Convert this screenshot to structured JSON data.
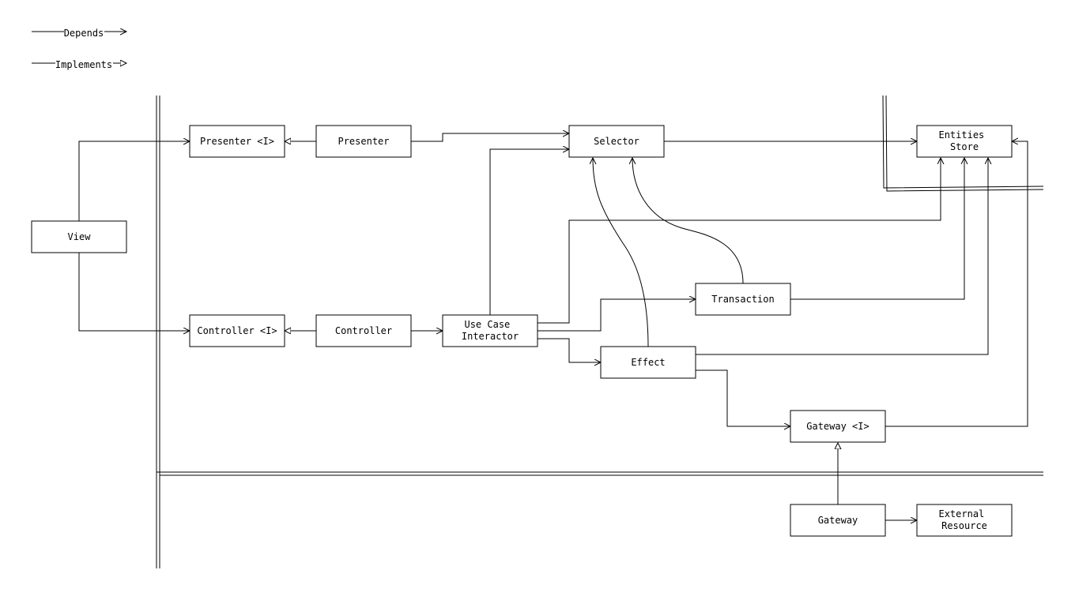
{
  "legend": {
    "depends": "Depends",
    "implements": "Implements"
  },
  "nodes": {
    "view": {
      "lines": [
        "View"
      ]
    },
    "presenter_i": {
      "lines": [
        "Presenter <I>"
      ]
    },
    "presenter": {
      "lines": [
        "Presenter"
      ]
    },
    "selector": {
      "lines": [
        "Selector"
      ]
    },
    "entities_store": {
      "lines": [
        "Entities",
        "Store"
      ]
    },
    "controller_i": {
      "lines": [
        "Controller <I>"
      ]
    },
    "controller": {
      "lines": [
        "Controller"
      ]
    },
    "use_case_interactor": {
      "lines": [
        "Use Case",
        "Interactor"
      ]
    },
    "transaction": {
      "lines": [
        "Transaction"
      ]
    },
    "effect": {
      "lines": [
        "Effect"
      ]
    },
    "gateway_i": {
      "lines": [
        "Gateway <I>"
      ]
    },
    "gateway": {
      "lines": [
        "Gateway"
      ]
    },
    "external_resource": {
      "lines": [
        "External",
        "Resource"
      ]
    }
  },
  "edges": [
    {
      "from": "view",
      "to": "presenter_i",
      "kind": "depends"
    },
    {
      "from": "view",
      "to": "controller_i",
      "kind": "depends"
    },
    {
      "from": "presenter",
      "to": "presenter_i",
      "kind": "implements"
    },
    {
      "from": "presenter",
      "to": "selector",
      "kind": "depends"
    },
    {
      "from": "selector",
      "to": "entities_store",
      "kind": "depends"
    },
    {
      "from": "controller",
      "to": "controller_i",
      "kind": "implements"
    },
    {
      "from": "controller",
      "to": "use_case_interactor",
      "kind": "depends"
    },
    {
      "from": "use_case_interactor",
      "to": "selector",
      "kind": "depends"
    },
    {
      "from": "use_case_interactor",
      "to": "entities_store",
      "kind": "depends"
    },
    {
      "from": "use_case_interactor",
      "to": "transaction",
      "kind": "depends"
    },
    {
      "from": "use_case_interactor",
      "to": "effect",
      "kind": "depends"
    },
    {
      "from": "transaction",
      "to": "selector",
      "kind": "depends"
    },
    {
      "from": "transaction",
      "to": "entities_store",
      "kind": "depends"
    },
    {
      "from": "effect",
      "to": "selector",
      "kind": "depends"
    },
    {
      "from": "effect",
      "to": "entities_store",
      "kind": "depends"
    },
    {
      "from": "effect",
      "to": "gateway_i",
      "kind": "depends"
    },
    {
      "from": "gateway_i",
      "to": "entities_store",
      "kind": "depends"
    },
    {
      "from": "gateway",
      "to": "gateway_i",
      "kind": "implements"
    },
    {
      "from": "gateway",
      "to": "external_resource",
      "kind": "depends"
    }
  ]
}
